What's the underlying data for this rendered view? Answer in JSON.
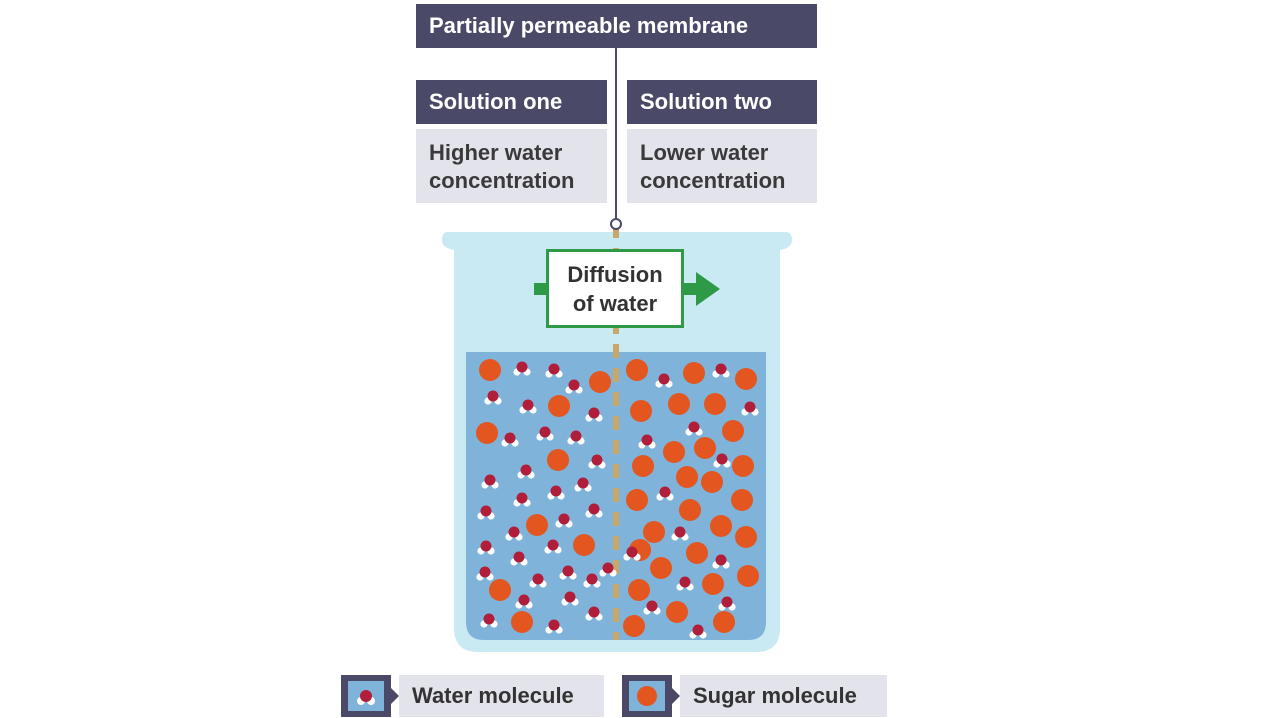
{
  "labels": {
    "membrane": "Partially permeable membrane",
    "solution_one": {
      "title": "Solution one",
      "description": "Higher water\nconcentration"
    },
    "solution_two": {
      "title": "Solution two",
      "description": "Lower water\nconcentration"
    },
    "diffusion": "Diffusion\nof water"
  },
  "key": {
    "water": "Water molecule",
    "sugar": "Sugar molecule"
  },
  "colors": {
    "label_dark": "#4a4a68",
    "label_light": "#e3e3ec",
    "beaker_glass": "#c9e9f3",
    "solution": "#7fb3d9",
    "sugar": "#e3561f",
    "water_oxygen": "#b01e3a",
    "arrow": "#2e9a48",
    "membrane": "#c8a76b"
  }
}
